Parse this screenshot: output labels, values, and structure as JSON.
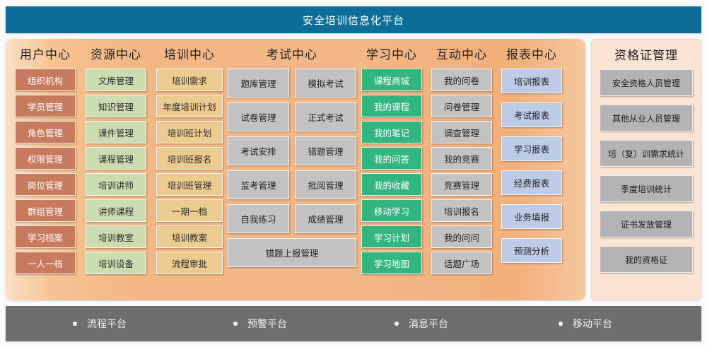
{
  "header": {
    "title": "安全培训信息化平台",
    "bg_color": "#0d6f99"
  },
  "columns": [
    {
      "key": "user_center",
      "title": "用户中心",
      "tile_color": "#c87a5e",
      "items": [
        "组织机构",
        "学员管理",
        "角色管理",
        "权限管理",
        "岗位管理",
        "群组管理",
        "学习档案",
        "一人一档"
      ]
    },
    {
      "key": "resource_center",
      "title": "资源中心",
      "tile_color": "#cbdcb0",
      "items": [
        "文库管理",
        "知识管理",
        "课件管理",
        "课程管理",
        "培训讲师",
        "讲师课程",
        "培训教室",
        "培训设备"
      ]
    },
    {
      "key": "training_center",
      "title": "培训中心",
      "tile_color": "#eccb8f",
      "items": [
        "培训需求",
        "年度培训计划",
        "培训班计划",
        "培训班报名",
        "培训班管理",
        "一期一档",
        "培训教案",
        "流程审批"
      ]
    },
    {
      "key": "exam_center",
      "title": "考试中心",
      "tile_color": "#c2c2c2",
      "items": [
        "题库管理",
        "模拟考试",
        "试卷管理",
        "正式考试",
        "考试安排",
        "错题管理",
        "监考管理",
        "批阅管理",
        "自我练习",
        "成绩管理"
      ],
      "wide_item": "错题上报管理"
    },
    {
      "key": "study_center",
      "title": "学习中心",
      "tile_color": "#33b57f",
      "items": [
        "课程商城",
        "我的课程",
        "我的笔记",
        "我的问答",
        "我的收藏",
        "移动学习",
        "学习计划",
        "学习地图"
      ]
    },
    {
      "key": "interaction_center",
      "title": "互动中心",
      "tile_color": "#c2c2c2",
      "items": [
        "我的问卷",
        "问卷管理",
        "调查管理",
        "我的竞赛",
        "竞赛管理",
        "培训报名",
        "我的问问",
        "话题广场"
      ]
    },
    {
      "key": "report_center",
      "title": "报表中心",
      "tile_color": "#bdcbe6",
      "items": [
        "培训报表",
        "考试报表",
        "学习报表",
        "经费报表",
        "业务填报",
        "预测分析"
      ]
    }
  ],
  "certificate_panel": {
    "title": "资格证管理",
    "tile_color": "#b3b3b3",
    "panel_color": "#fbe4d3",
    "items": [
      "安全资格人员管理",
      "其他从业人员管理",
      "培（复）训需求统计",
      "季度培训统计",
      "证书发放管理",
      "我的资格证"
    ]
  },
  "footer": {
    "bg_color": "#6e6e6e",
    "items": [
      "流程平台",
      "预警平台",
      "消息平台",
      "移动平台"
    ]
  }
}
